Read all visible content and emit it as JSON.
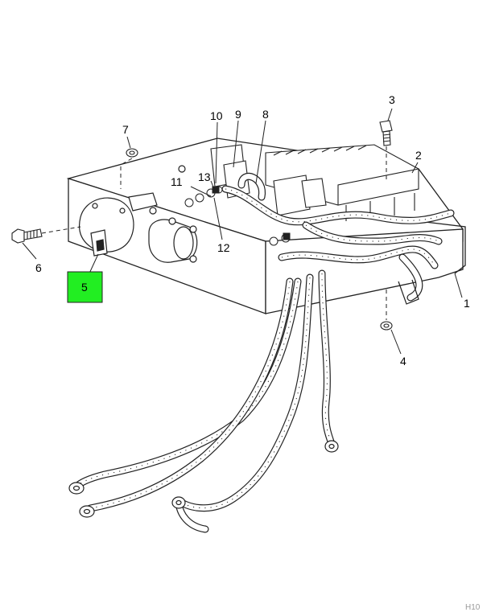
{
  "callouts": [
    {
      "label": "1"
    },
    {
      "label": "2"
    },
    {
      "label": "3"
    },
    {
      "label": "4"
    },
    {
      "label": "5",
      "highlighted": true
    },
    {
      "label": "6"
    },
    {
      "label": "7"
    },
    {
      "label": "8"
    },
    {
      "label": "9"
    },
    {
      "label": "10"
    },
    {
      "label": "11"
    },
    {
      "label": "12"
    },
    {
      "label": "13"
    }
  ],
  "highlight_color": "#22ee22",
  "corner_text": "H10"
}
